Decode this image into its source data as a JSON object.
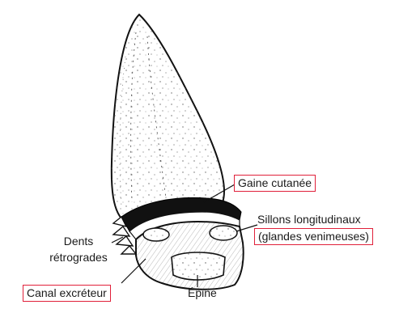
{
  "labels": {
    "gaine": "Gaine cutanée",
    "sillons_line1": "Sillons longitudinaux",
    "sillons_line2": "(glandes venimeuses)",
    "dents_line1": "Dents",
    "dents_line2": "rétrogrades",
    "canal": "Canal excréteur",
    "epine": "Épine"
  },
  "colors": {
    "highlight_box": "#e0203a",
    "ink": "#1a1a1a"
  }
}
